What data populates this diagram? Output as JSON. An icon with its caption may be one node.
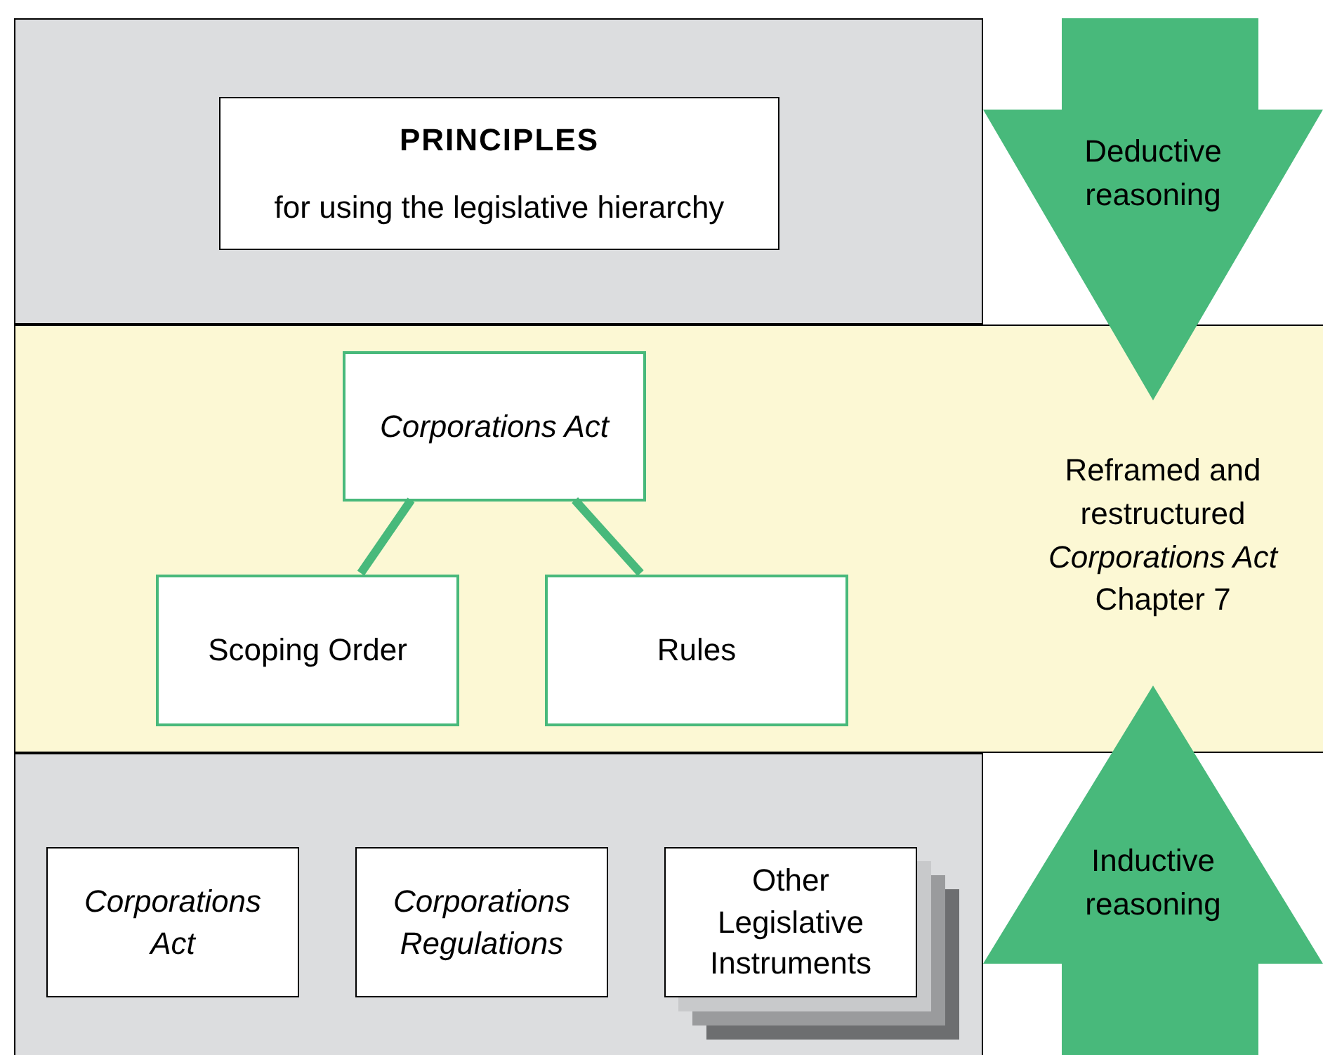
{
  "diagram": {
    "nodes": [
      {
        "text": [],
        "shape": "band"
      },
      {
        "text": [
          "PRINCIPLES",
          "for using the legislative hierarchy"
        ],
        "in": 0
      },
      {
        "text": [
          "Deductive reasoning"
        ]
      },
      {
        "text": [
          "Reframed and restructured *Corporations Act* Chapter 7"
        ]
      },
      {
        "text": [
          "Corporations Act"
        ],
        "in": 3
      },
      {
        "text": [
          "Scoping Order"
        ],
        "in": 3
      },
      {
        "text": [
          "Rules"
        ],
        "in": 3
      },
      {
        "text": [],
        "shape": "band"
      },
      {
        "text": [
          "Corporations Act"
        ],
        "in": 7
      },
      {
        "text": [
          "Corporations Regulations"
        ],
        "in": 7
      },
      {
        "text": [
          "Other Legislative Instruments"
        ],
        "in": 7
      },
      {
        "text": [
          "Inductive reasoning"
        ]
      }
    ],
    "edges": [
      {
        "from": 4,
        "to": 5,
        "arrow": "none"
      },
      {
        "from": 4,
        "to": 6,
        "arrow": "none"
      }
    ]
  }
}
